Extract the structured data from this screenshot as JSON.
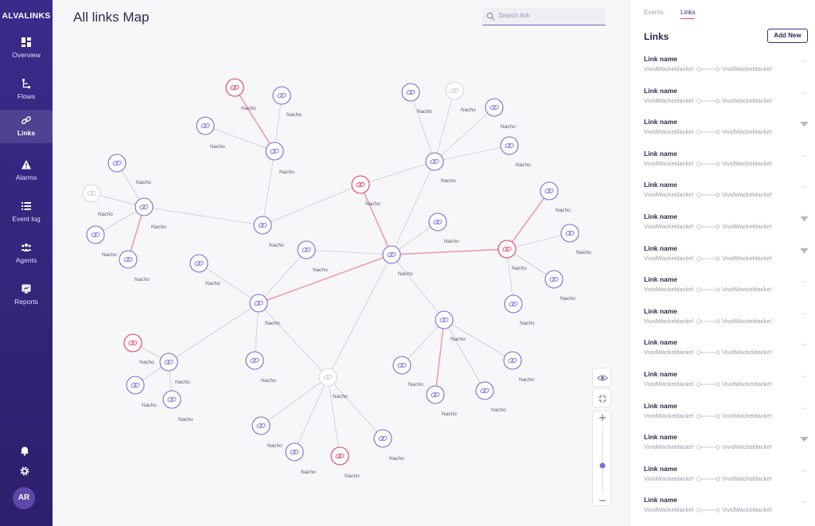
{
  "app": {
    "brand": "ALVALINKS"
  },
  "sidebar": {
    "items": [
      {
        "label": "Overview",
        "icon": "dashboard-icon"
      },
      {
        "label": "Flows",
        "icon": "flow-icon"
      },
      {
        "label": "Links",
        "icon": "link-icon",
        "active": true
      },
      {
        "label": "Alarms",
        "icon": "alarm-warning-icon"
      },
      {
        "label": "Event log",
        "icon": "list-icon"
      },
      {
        "label": "Agents",
        "icon": "agents-icon"
      },
      {
        "label": "Reports",
        "icon": "reports-icon"
      }
    ],
    "avatar": "AR"
  },
  "map": {
    "title": "All links Map",
    "search_placeholder": "Search link",
    "node_label": "Nacho",
    "colors": {
      "normal": "#7b68d8",
      "alert": "#e63b5c",
      "inactive": "#d6d6dd",
      "edge": "#c9c9d2",
      "edge_alert": "#f19aa9"
    }
  },
  "panel": {
    "tabs": [
      "Events",
      "Links"
    ],
    "active_tab": "Links",
    "title": "Links",
    "add_label": "Add New",
    "links": [
      {
        "name": "Link name",
        "from": "VividWackeldackel",
        "to": "VividWackeldackel"
      },
      {
        "name": "Link name",
        "from": "VividWackeldackel",
        "to": "VividWackeldackel"
      },
      {
        "name": "Link name",
        "from": "VividWackeldackel",
        "to": "VividWackeldackel"
      },
      {
        "name": "Link name",
        "from": "VividWackeldackel",
        "to": "VividWackeldackel"
      },
      {
        "name": "Link name",
        "from": "VividWackeldackel",
        "to": "VividWackeldackel"
      },
      {
        "name": "Link name",
        "from": "VividWackeldackel",
        "to": "VividWackeldackel"
      },
      {
        "name": "Link name",
        "from": "VividWackeldackel",
        "to": "VividWackeldackel"
      },
      {
        "name": "Link name",
        "from": "VividWackeldackel",
        "to": "VividWackeldackel"
      },
      {
        "name": "Link name",
        "from": "VividWackeldackel",
        "to": "VividWackeldackel"
      },
      {
        "name": "Link name",
        "from": "VividWackeldackel",
        "to": "VividWackeldackel"
      },
      {
        "name": "Link name",
        "from": "VividWackeldackel",
        "to": "VividWackeldackel"
      },
      {
        "name": "Link name",
        "from": "VividWackeldackel",
        "to": "VividWackeldackel"
      },
      {
        "name": "Link name",
        "from": "VividWackeldackel",
        "to": "VividWackeldackel"
      },
      {
        "name": "Link name",
        "from": "VividWackeldackel",
        "to": "VividWackeldackel"
      },
      {
        "name": "Link name",
        "from": "VividWackeldackel",
        "to": "VividWackeldackel"
      }
    ]
  }
}
